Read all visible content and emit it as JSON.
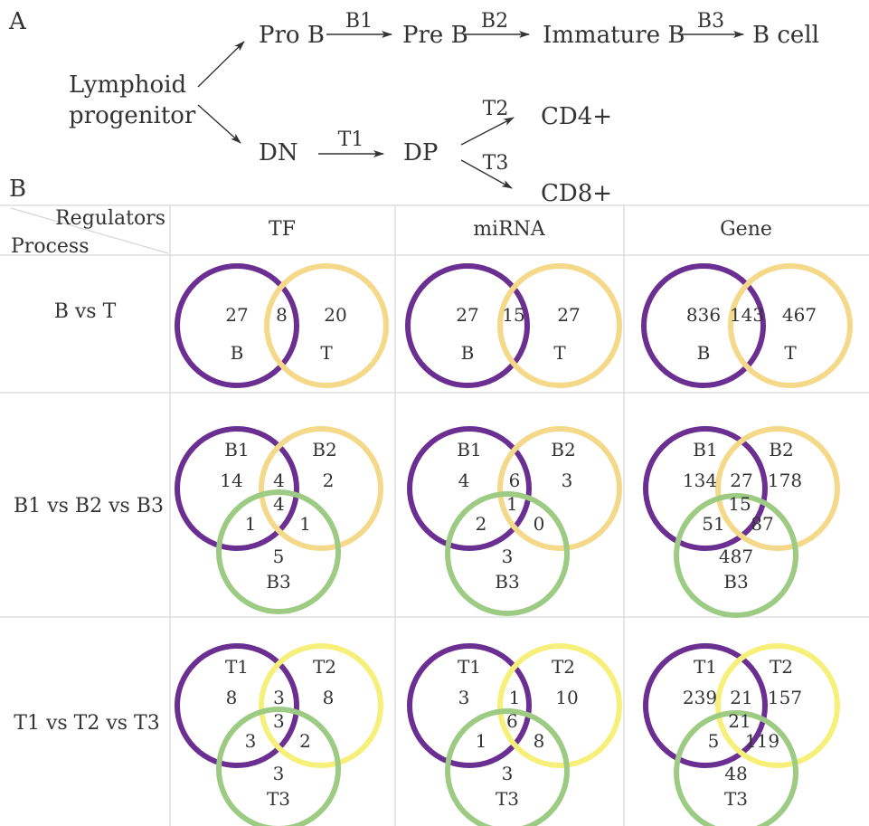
{
  "panel_a": {
    "label": "A",
    "root": "Lymphoid",
    "root2": "progenitor",
    "b_stages": [
      "Pro B",
      "Pre B",
      "Immature B",
      "B cell"
    ],
    "b_steps": [
      "B1",
      "B2",
      "B3"
    ],
    "t_stages": [
      "DN",
      "DP",
      "CD4+",
      "CD8+"
    ],
    "t_steps": [
      "T1",
      "T2",
      "T3"
    ]
  },
  "panel_b": {
    "label": "B",
    "corner_top": "Regulators",
    "corner_bottom": "Process",
    "columns": [
      "TF",
      "miRNA",
      "Gene"
    ],
    "rows": [
      "B vs T",
      "B1 vs B2 vs B3",
      "T1 vs T2 vs T3"
    ],
    "colors": {
      "set1": "#6b2f92",
      "set2": "#f5d98a",
      "set2b": "#f6f07a",
      "set3": "#9ecb84"
    }
  },
  "venn": {
    "bt": [
      {
        "labels": [
          "B",
          "T"
        ],
        "counts": [
          "27",
          "8",
          "20"
        ]
      },
      {
        "labels": [
          "B",
          "T"
        ],
        "counts": [
          "27",
          "15",
          "27"
        ]
      },
      {
        "labels": [
          "B",
          "T"
        ],
        "counts": [
          "836",
          "143",
          "467"
        ]
      }
    ],
    "b3": [
      {
        "labels": [
          "B1",
          "B2",
          "B3"
        ],
        "counts": [
          "14",
          "2",
          "5",
          "4",
          "1",
          "1",
          "4"
        ]
      },
      {
        "labels": [
          "B1",
          "B2",
          "B3"
        ],
        "counts": [
          "4",
          "3",
          "3",
          "6",
          "2",
          "0",
          "1"
        ]
      },
      {
        "labels": [
          "B1",
          "B2",
          "B3"
        ],
        "counts": [
          "134",
          "178",
          "487",
          "27",
          "51",
          "87",
          "15"
        ]
      }
    ],
    "t3": [
      {
        "labels": [
          "T1",
          "T2",
          "T3"
        ],
        "counts": [
          "8",
          "8",
          "3",
          "3",
          "3",
          "2",
          "3"
        ]
      },
      {
        "labels": [
          "T1",
          "T2",
          "T3"
        ],
        "counts": [
          "3",
          "10",
          "3",
          "1",
          "1",
          "8",
          "6"
        ]
      },
      {
        "labels": [
          "T1",
          "T2",
          "T3"
        ],
        "counts": [
          "239",
          "157",
          "48",
          "21",
          "5",
          "119",
          "21"
        ]
      }
    ]
  }
}
